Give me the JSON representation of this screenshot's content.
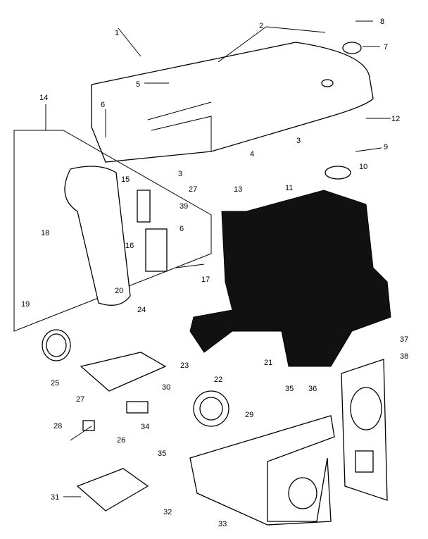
{
  "callouts": {
    "n1": "1",
    "n2": "2",
    "n3a": "3",
    "n3b": "3",
    "n4": "4",
    "n5": "5",
    "n6a": "6",
    "n6b": "6",
    "n7": "7",
    "n8": "8",
    "n9": "9",
    "n10": "10",
    "n11": "11",
    "n12": "12",
    "n13": "13",
    "n14": "14",
    "n15": "15",
    "n16": "16",
    "n17": "17",
    "n18": "18",
    "n19": "19",
    "n20": "20",
    "n21": "21",
    "n22": "22",
    "n23": "23",
    "n24": "24",
    "n25": "25",
    "n26": "26",
    "n27a": "27",
    "n27b": "27",
    "n28": "28",
    "n29": "29",
    "n30": "30",
    "n31": "31",
    "n32": "32",
    "n33": "33",
    "n34": "34",
    "n35a": "35",
    "n35b": "35",
    "n36": "36",
    "n37": "37",
    "n38": "38",
    "n39": "39"
  }
}
